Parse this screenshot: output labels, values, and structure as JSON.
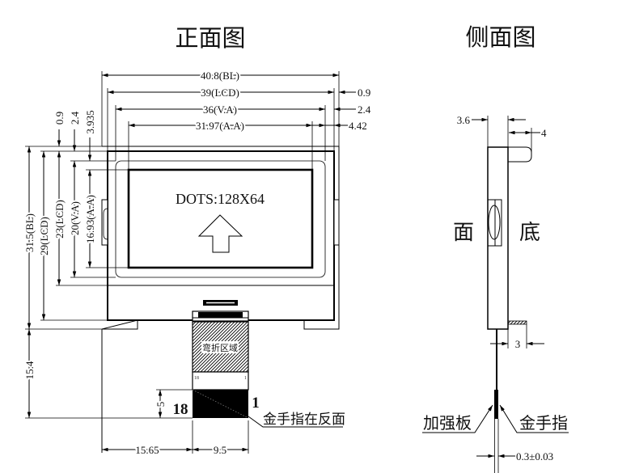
{
  "front_view": {
    "title": "正面图",
    "screen_text": "DOTS:128X64",
    "fpc_bend_label": "弯折区域",
    "fpc_small_pin_left": "18",
    "fpc_small_pin_right": "1",
    "pin_left": "18",
    "pin_right": "1",
    "gold_finger_note": "金手指在反面",
    "dimensions": {
      "width_bl": "40.8(BL)",
      "width_lcd": "39(LCD)",
      "width_va": "36(V.A)",
      "width_aa": "31.97(A.A)",
      "right_gap_lcd": "0.9",
      "right_gap_va": "2.4",
      "right_gap_aa": "4.42",
      "top_gap_lcd": "0.9",
      "top_gap_va": "2.4",
      "top_gap_aa": "3.935",
      "height_bl": "31.5(BL)",
      "height_lcd_total": "29(LCD)",
      "height_lcd": "23(LCD)",
      "height_va": "20(V.A)",
      "height_aa": "16.93(A.A)",
      "fpc_length": "15.4",
      "gold_finger_length": "5",
      "fpc_offset": "15.65",
      "fpc_width": "9.5"
    }
  },
  "side_view": {
    "title": "侧面图",
    "front_label": "面",
    "back_label": "底",
    "stiffener_label": "加强板",
    "gold_finger_label": "金手指",
    "dimensions": {
      "thickness": "3.6",
      "tab": "4",
      "stiffener": "3",
      "fpc_thickness": "0.3±0.03"
    }
  }
}
